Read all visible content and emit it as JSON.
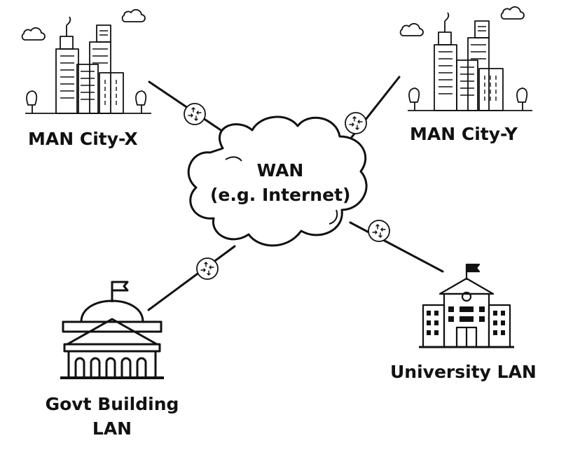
{
  "diagram": {
    "wan": {
      "line1": "WAN",
      "line2": "(e.g. Internet)"
    },
    "nodes": {
      "city_x": {
        "label": "MAN City-X",
        "icon": "city-skyline-icon"
      },
      "city_y": {
        "label": "MAN City-Y",
        "icon": "city-skyline-icon"
      },
      "university": {
        "label": "University LAN",
        "icon": "university-building-icon"
      },
      "govt": {
        "line1": "Govt Building",
        "line2": "LAN",
        "icon": "government-building-icon"
      }
    },
    "connector_icon": "router-icon",
    "colors": {
      "stroke": "#111111",
      "background": "#ffffff"
    }
  }
}
